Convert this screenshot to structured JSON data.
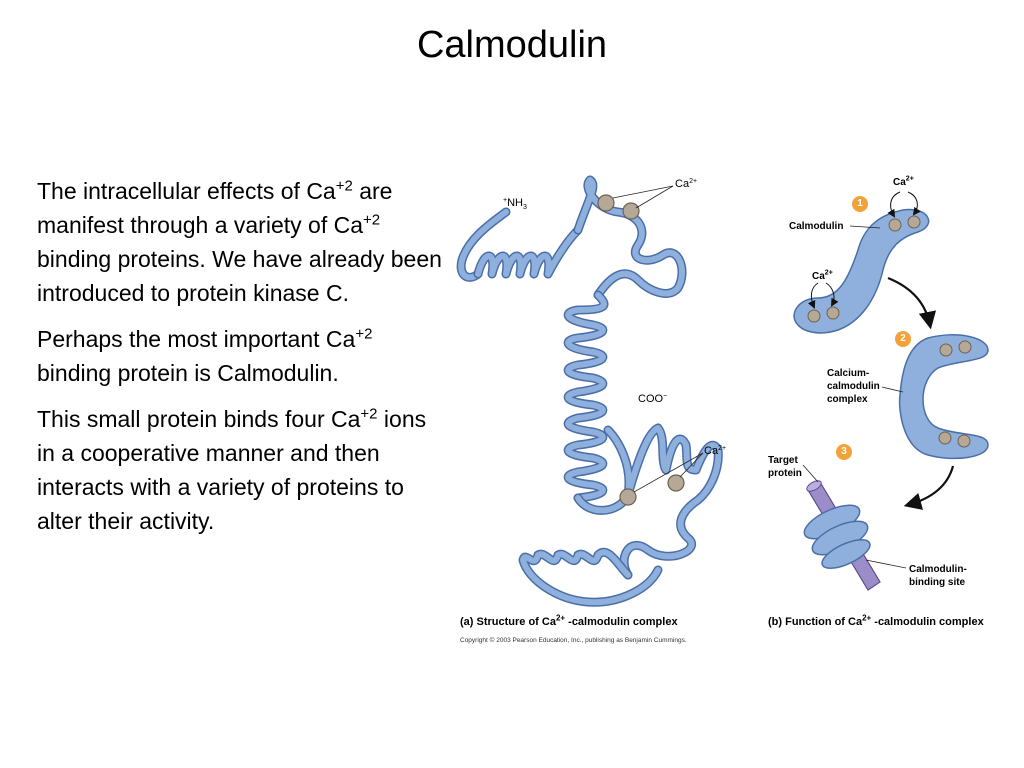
{
  "slide": {
    "title": "Calmodulin"
  },
  "body": {
    "p1_a": "The intracellular effects of Ca",
    "p1_sup": "+2",
    "p1_b": " are manifest through a variety of Ca",
    "p1_sup2": "+2",
    "p1_c": " binding proteins.  We have already been introduced to protein kinase C.",
    "p2_a": "Perhaps the most important Ca",
    "p2_sup": "+2",
    "p2_b": " binding protein is Calmodulin.",
    "p3_a": "This small protein binds four Ca",
    "p3_sup": "+2",
    "p3_b": " ions in a cooperative manner and then interacts with a variety of proteins to alter their activity."
  },
  "figure": {
    "structure_labels": {
      "nh3_plus": "+",
      "nh3": "NH",
      "nh3_sub": "3",
      "coo": "COO",
      "coo_sup": "−",
      "ca_top": "Ca",
      "ca_top_sup": "2+",
      "ca_bottom": "Ca",
      "ca_bottom_sup": "2+"
    },
    "function_labels": {
      "step1": "1",
      "step2": "2",
      "step3": "3",
      "calmodulin": "Calmodulin",
      "ca_top": "Ca",
      "ca_top_sup": "2+",
      "ca_left": "Ca",
      "ca_left_sup": "2+",
      "complex_line1": "Calcium-",
      "complex_line2": "calmodulin",
      "complex_line3": "complex",
      "target_line1": "Target",
      "target_line2": "protein",
      "binding_line1": "Calmodulin-",
      "binding_line2": "binding site"
    },
    "caption_a_pre": "(a) Structure of Ca",
    "caption_a_sup": "2+",
    "caption_a_post": " -calmodulin complex",
    "caption_b_pre": "(b) Function of Ca",
    "caption_b_sup": "2+",
    "caption_b_post": " -calmodulin complex",
    "copyright": "Copyright © 2003 Pearson Education, Inc., publishing as Benjamin Cummings."
  },
  "colors": {
    "ribbon": "#8fb0dc",
    "ribbon_edge": "#4a6fa8",
    "ion": "#b5a896",
    "step_badge": "#f3a23a",
    "target_protein": "#9c8cc8"
  }
}
